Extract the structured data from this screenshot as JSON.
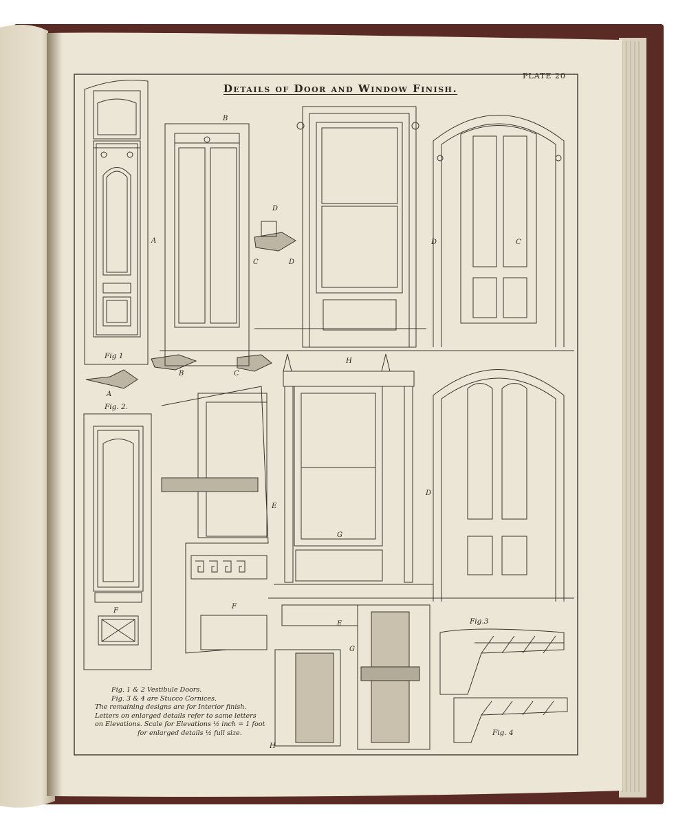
{
  "plate": {
    "number": "PLATE 20",
    "title": "Details of Door and Window Finish."
  },
  "figure_labels": {
    "fig1": "Fig 1",
    "fig2": "Fig. 2.",
    "fig3": "Fig.3",
    "fig4": "Fig. 4"
  },
  "letters": {
    "A": "A",
    "B": "B",
    "C": "C",
    "D": "D",
    "E": "E",
    "F": "F",
    "G": "G",
    "H": "H"
  },
  "notes": [
    "Fig. 1 & 2 Vestibule Doors.",
    "Fig. 3 & 4 are Stucco Cornices.",
    "The remaining designs are for Interior finish.",
    "Letters on enlarged details refer to same letters",
    "on Elevations.       Scale for Elevations ½ inch = 1 foot",
    "for enlarged details ½ full size."
  ],
  "colors": {
    "paper": "#ece6d6",
    "ink": "#3a352d",
    "cover": "#5a2a24"
  }
}
